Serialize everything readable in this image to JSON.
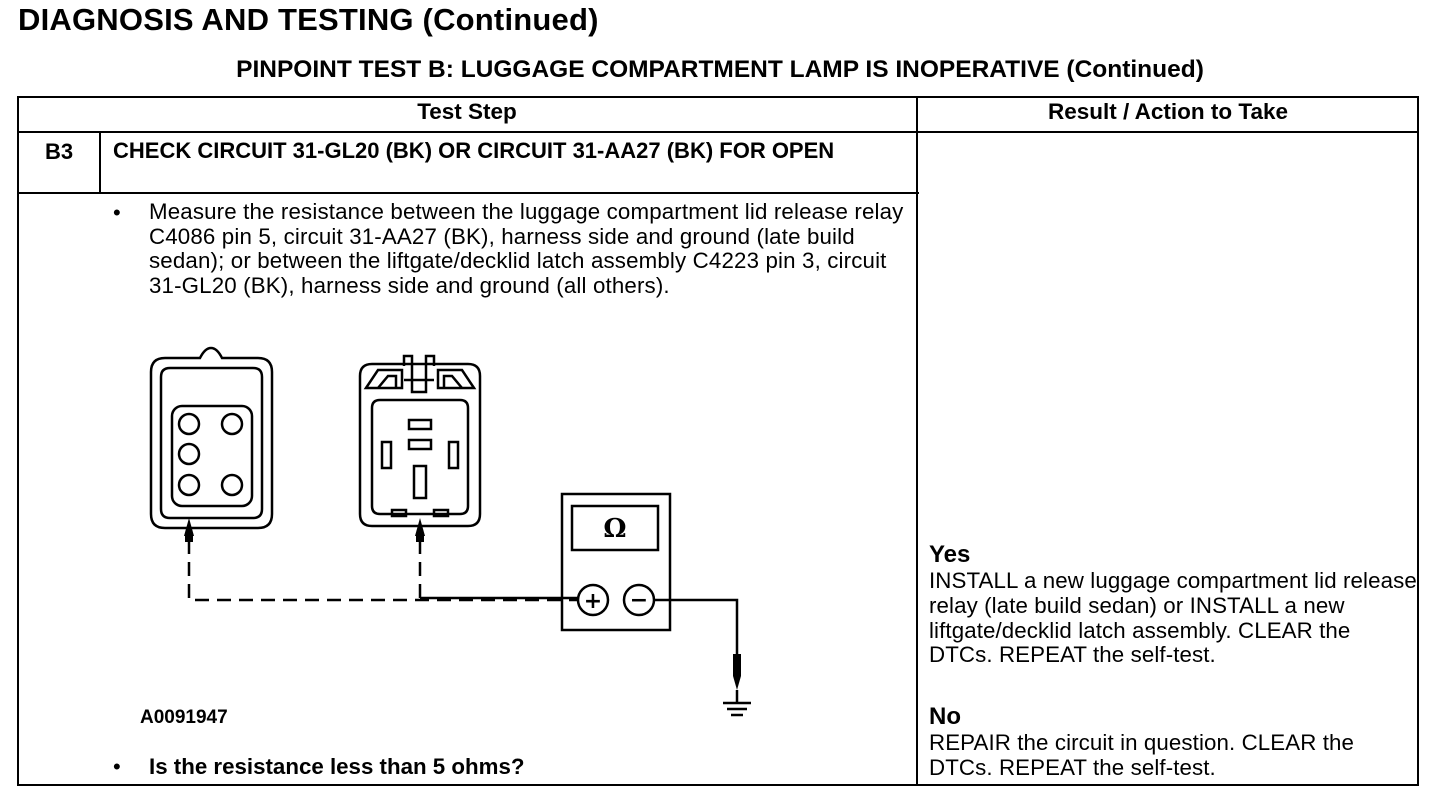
{
  "page_heading": "DIAGNOSIS AND TESTING (Continued)",
  "subheading": "PINPOINT TEST B: LUGGAGE COMPARTMENT LAMP IS INOPERATIVE (Continued)",
  "table": {
    "col_test_step": "Test Step",
    "col_result": "Result / Action to Take"
  },
  "step": {
    "id": "B3",
    "title": "CHECK CIRCUIT 31-GL20 (BK) OR CIRCUIT 31-AA27 (BK) FOR OPEN",
    "bullet": "•",
    "instruction": "Measure the resistance between the luggage compartment lid release relay C4086 pin 5, circuit 31-AA27 (BK), harness side and ground (late build sedan); or between the liftgate/decklid latch assembly C4223 pin 3, circuit 31-GL20 (BK), harness  side and ground (all others).",
    "question": "Is the resistance less than 5 ohms?"
  },
  "figure": {
    "id": "A0091947",
    "meter_symbol": "Ω",
    "plus_symbol": "+",
    "minus_symbol": "−"
  },
  "results": {
    "yes_label": "Yes",
    "yes_text": "INSTALL a new luggage compartment lid release relay (late build sedan) or INSTALL a new liftgate/decklid latch assembly. CLEAR the DTCs. REPEAT the self-test.",
    "no_label": "No",
    "no_text": "REPAIR the circuit in question. CLEAR the DTCs. REPEAT the self-test."
  }
}
